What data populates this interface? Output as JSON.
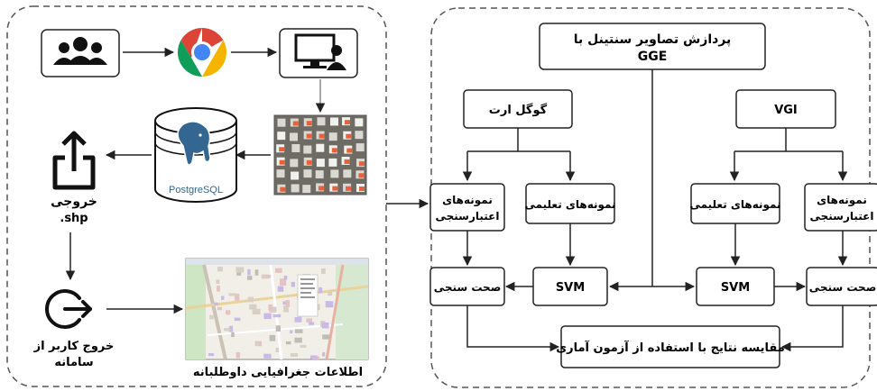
{
  "left_panel": {
    "output_label": "خروجی",
    "output_ext": ".shp",
    "logout_label_line1": "خروج کاربر از",
    "logout_label_line2": "سامانه",
    "vgi_caption": "اطلاعات جغرافیایی داوطلبانه",
    "postgres_caption": "PostgreSQL"
  },
  "right_panel": {
    "title_line1": "پردازش تصاویر سنتینل با",
    "title_line2": "GGE",
    "google_earth": "گوگل ارت",
    "vgi": "VGI",
    "validation_left_line1": "نمونه‌های",
    "validation_left_line2": "اعتبارسنجی",
    "training_left": "نمونه‌های تعلیمی",
    "training_right": "نمونه‌های تعلیمی",
    "validation_right_line1": "نمونه‌های",
    "validation_right_line2": "اعتبارسنجی",
    "svm_left": "SVM",
    "svm_right": "SVM",
    "accuracy_left": "صحت سنجی",
    "accuracy_right": "صحت سنجی",
    "comparison": "مقایسه نتایج با استفاده از آزمون آماری"
  },
  "icons": [
    "users-icon",
    "chrome-icon",
    "computer-user-icon",
    "satellite-image",
    "database-icon",
    "postgresql-elephant-icon",
    "share-export-icon",
    "logout-icon",
    "map-screenshot"
  ],
  "colors": {
    "line": "#222222",
    "chrome_red": "#db4437",
    "chrome_yellow": "#f4b400",
    "chrome_green": "#0f9d58",
    "chrome_blue": "#4285f4",
    "postgres_blue": "#336791"
  }
}
